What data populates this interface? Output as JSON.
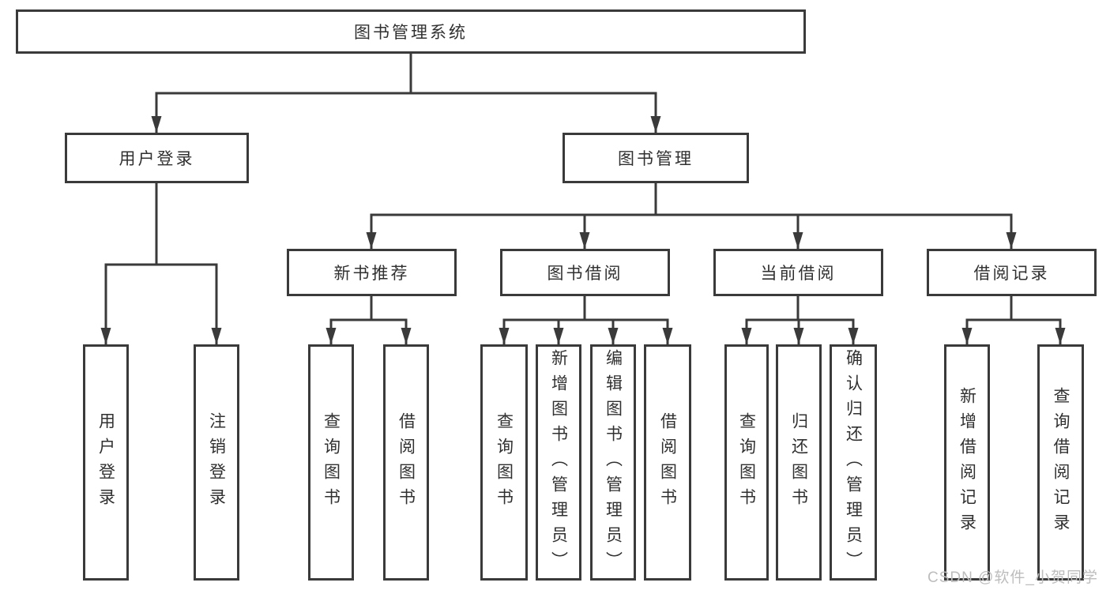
{
  "tree": {
    "root": "图书管理系统",
    "branches": [
      {
        "label": "用户登录",
        "children": [
          "用户登录",
          "注销登录"
        ]
      },
      {
        "label": "图书管理",
        "modules": [
          {
            "label": "新书推荐",
            "children": [
              "查询图书",
              "借阅图书"
            ]
          },
          {
            "label": "图书借阅",
            "children": [
              "查询图书",
              "新增图书（管理员）",
              "编辑图书（管理员）",
              "借阅图书"
            ]
          },
          {
            "label": "当前借阅",
            "children": [
              "查询图书",
              "归还图书",
              "确认归还（管理员）"
            ]
          },
          {
            "label": "借阅记录",
            "children": [
              "新增借阅记录",
              "查询借阅记录"
            ]
          }
        ]
      }
    ]
  },
  "watermark": "CSDN @软件_小贺同学",
  "colors": {
    "line": "#3a3a3a",
    "text": "#303030",
    "box_background": "#ffffff",
    "watermark": "#bdbdbd"
  }
}
